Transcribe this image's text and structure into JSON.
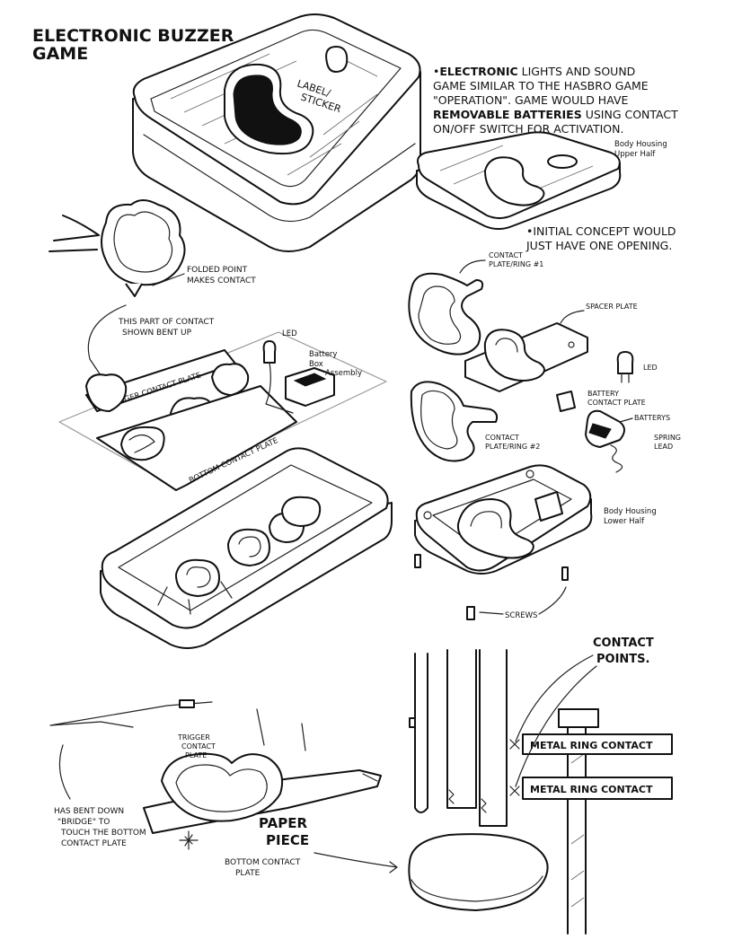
{
  "title": {
    "line1": "ELECTRONIC BUZZER",
    "line2": "GAME"
  },
  "description": {
    "lines": [
      [
        "•",
        "ELECTRONIC",
        " LIGHTS AND SOUND"
      ],
      [
        "",
        "",
        "GAME SIMILAR TO THE HASBRO GAME"
      ],
      [
        "",
        "",
        "\"OPERATION\". GAME WOULD HAVE"
      ],
      [
        "",
        "REMOVABLE BATTERIES",
        " USING CONTACT"
      ],
      [
        "",
        "",
        "ON/OFF SWITCH FOR ACTIVATION."
      ]
    ]
  },
  "concept_note": {
    "line1": "•INITIAL CONCEPT WOULD",
    "line2": "JUST HAVE ONE OPENING."
  },
  "labels": {
    "label_sticker_1": "LABEL/",
    "label_sticker_2": "STICKER",
    "body_upper_1": "Body Housing",
    "body_upper_2": "Upper Half",
    "folded_point_1": "FOLDED POINT",
    "folded_point_2": "MAKES CONTACT",
    "bent_up_1": "THIS PART OF CONTACT",
    "bent_up_2": "SHOWN BENT UP",
    "led_left": "LED",
    "battery_box_1": "Battery",
    "battery_box_2": "Box",
    "battery_box_3": "Assembly",
    "trigger_plate": "TRIGGER CONTACT PLATE",
    "bottom_plate": "BOTTOM CONTACT PLATE",
    "contact_ring1_1": "CONTACT",
    "contact_ring1_2": "PLATE/RING #1",
    "spacer_plate": "SPACER PLATE",
    "led_right": "LED",
    "battery_contact_1": "BATTERY",
    "battery_contact_2": "CONTACT PLATE",
    "batteries": "BATTERYS",
    "spring_lead_1": "SPRING",
    "spring_lead_2": "LEAD",
    "contact_ring2_1": "CONTACT",
    "contact_ring2_2": "PLATE/RING #2",
    "body_lower_1": "Body Housing",
    "body_lower_2": "Lower Half",
    "screws": "SCREWS",
    "contact_points_1": "CONTACT",
    "contact_points_2": "POINTS.",
    "metal_ring_1": "METAL RING CONTACT",
    "metal_ring_2": "METAL RING CONTACT",
    "trigger_contact_1": "TRIGGER",
    "trigger_contact_2": "CONTACT",
    "trigger_contact_3": "PLATE",
    "bridge_1": "HAS BENT DOWN",
    "bridge_2": "\"BRIDGE\" TO",
    "bridge_3": "TOUCH THE BOTTOM",
    "bridge_4": "CONTACT PLATE",
    "paper_piece_1": "PAPER",
    "paper_piece_2": "PIECE",
    "bottom_contact_1": "BOTTOM CONTACT",
    "bottom_contact_2": "PLATE"
  }
}
